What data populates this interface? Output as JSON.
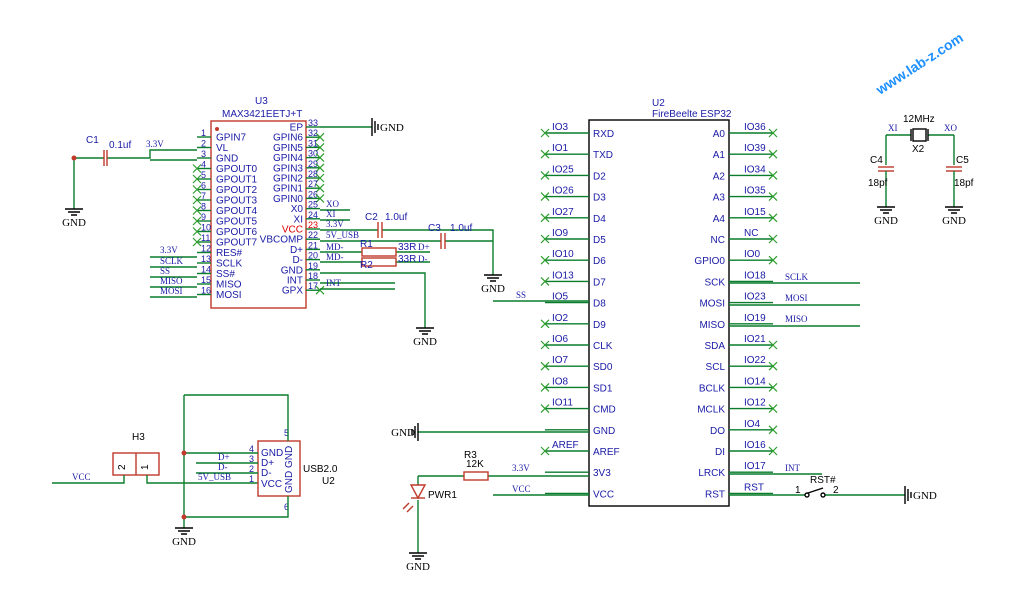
{
  "watermark": "www.lab-z.com",
  "gnd": "GND",
  "u3": {
    "ref": "U3",
    "part": "MAX3421EETJ+T",
    "left_pins": [
      {
        "name": "GPIN7",
        "num": "1"
      },
      {
        "name": "VL",
        "num": "2"
      },
      {
        "name": "GND",
        "num": "3"
      },
      {
        "name": "GPOUT0",
        "num": "4"
      },
      {
        "name": "GPOUT1",
        "num": "5"
      },
      {
        "name": "GPOUT2",
        "num": "6"
      },
      {
        "name": "GPOUT3",
        "num": "7"
      },
      {
        "name": "GPOUT4",
        "num": "8"
      },
      {
        "name": "GPOUT5",
        "num": "9"
      },
      {
        "name": "GPOUT6",
        "num": "10"
      },
      {
        "name": "GPOUT7",
        "num": "11"
      },
      {
        "name": "RES#",
        "num": "12"
      },
      {
        "name": "SCLK",
        "num": "13"
      },
      {
        "name": "SS#",
        "num": "14"
      },
      {
        "name": "MISO",
        "num": "15"
      },
      {
        "name": "MOSI",
        "num": "16"
      }
    ],
    "right_pins": [
      {
        "name": "EP",
        "num": "33"
      },
      {
        "name": "GPIN6",
        "num": "32"
      },
      {
        "name": "GPIN5",
        "num": "31"
      },
      {
        "name": "GPIN4",
        "num": "30"
      },
      {
        "name": "GPIN3",
        "num": "29"
      },
      {
        "name": "GPIN2",
        "num": "28"
      },
      {
        "name": "GPIN1",
        "num": "27"
      },
      {
        "name": "GPIN0",
        "num": "26"
      },
      {
        "name": "X0",
        "num": "25"
      },
      {
        "name": "XI",
        "num": "24"
      },
      {
        "name": "VCC",
        "num": "23"
      },
      {
        "name": "VBCOMP",
        "num": "22"
      },
      {
        "name": "D+",
        "num": "21"
      },
      {
        "name": "D-",
        "num": "20"
      },
      {
        "name": "GND",
        "num": "19"
      },
      {
        "name": "INT",
        "num": "18"
      },
      {
        "name": "GPX",
        "num": "17"
      }
    ],
    "left_nets": [
      "3.3V",
      "SCLK",
      "SS",
      "MISO",
      "MOSI"
    ],
    "right_nets": [
      "XO",
      "XI",
      "3.3V",
      "5V_USB",
      "MD-",
      "MD-",
      "INT"
    ]
  },
  "c1": {
    "ref": "C1",
    "value": "0.1uf",
    "net": "3.3V"
  },
  "c2": {
    "ref": "C2",
    "value": "1.0uf"
  },
  "c3": {
    "ref": "C3",
    "value": "1.0uf"
  },
  "r1": {
    "ref": "R1",
    "value": "33R",
    "net": "D+"
  },
  "r2": {
    "ref": "R2",
    "value": "33R",
    "net": "D-"
  },
  "u2": {
    "ref": "U2",
    "part": "FireBeelte ESP32",
    "left_pins": [
      {
        "net": "IO3",
        "name": "RXD"
      },
      {
        "net": "IO1",
        "name": "TXD"
      },
      {
        "net": "IO25",
        "name": "D2"
      },
      {
        "net": "IO26",
        "name": "D3"
      },
      {
        "net": "IO27",
        "name": "D4"
      },
      {
        "net": "IO9",
        "name": "D5"
      },
      {
        "net": "IO10",
        "name": "D6"
      },
      {
        "net": "IO13",
        "name": "D7"
      },
      {
        "net": "IO5",
        "name": "D8"
      },
      {
        "net": "IO2",
        "name": "D9"
      },
      {
        "net": "IO6",
        "name": "CLK"
      },
      {
        "net": "IO7",
        "name": "SD0"
      },
      {
        "net": "IO8",
        "name": "SD1"
      },
      {
        "net": "IO11",
        "name": "CMD"
      },
      {
        "net": "",
        "name": "GND"
      },
      {
        "net": "AREF",
        "name": "AREF"
      },
      {
        "net": "3.3V",
        "name": "3V3"
      },
      {
        "net": "VCC",
        "name": "VCC"
      }
    ],
    "right_pins": [
      {
        "net": "IO36",
        "name": "A0"
      },
      {
        "net": "IO39",
        "name": "A1"
      },
      {
        "net": "IO34",
        "name": "A2"
      },
      {
        "net": "IO35",
        "name": "A3"
      },
      {
        "net": "IO15",
        "name": "A4"
      },
      {
        "net": "NC",
        "name": "NC"
      },
      {
        "net": "IO0",
        "name": "GPIO0"
      },
      {
        "net": "IO18",
        "name": "SCK"
      },
      {
        "net": "IO23",
        "name": "MOSI"
      },
      {
        "net": "IO19",
        "name": "MISO"
      },
      {
        "net": "IO21",
        "name": "SDA"
      },
      {
        "net": "IO22",
        "name": "SCL"
      },
      {
        "net": "IO14",
        "name": "BCLK"
      },
      {
        "net": "IO12",
        "name": "MCLK"
      },
      {
        "net": "IO4",
        "name": "DO"
      },
      {
        "net": "IO16",
        "name": "DI"
      },
      {
        "net": "IO17",
        "name": "LRCK"
      },
      {
        "net": "RST",
        "name": "RST"
      }
    ],
    "ext_nets": [
      "SS",
      "SCLK",
      "MOSI",
      "MISO",
      "INT"
    ]
  },
  "r3": {
    "ref": "R3",
    "value": "12K"
  },
  "pwr": {
    "ref": "PWR1"
  },
  "rst": {
    "ref": "RST#",
    "pin1": "1",
    "pin2": "2"
  },
  "x2": {
    "ref": "X2",
    "value": "12MHz",
    "left": "XI",
    "right": "XO"
  },
  "c4": {
    "ref": "C4",
    "value": "18pf"
  },
  "c5": {
    "ref": "C5",
    "value": "18pf"
  },
  "h3": {
    "ref": "H3",
    "pin1": "1",
    "pin2": "2",
    "net": "VCC"
  },
  "usb": {
    "ref": "U2",
    "part": "USB2.0",
    "pins": [
      {
        "name": "GND",
        "num": "4"
      },
      {
        "name": "D+",
        "num": "3"
      },
      {
        "name": "D-",
        "num": "2"
      },
      {
        "name": "VCC",
        "num": "1"
      }
    ],
    "gnd_a": "GND",
    "gnd_b": "GND",
    "num_a": "5",
    "num_b": "6",
    "nets": [
      "D+",
      "D-",
      "5V_USB"
    ]
  }
}
